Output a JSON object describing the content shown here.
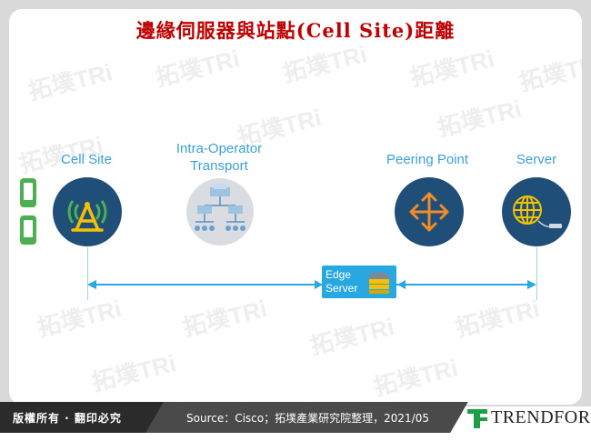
{
  "title": "邊緣伺服器與站點(Cell Site)距離",
  "watermark": "拓墣TRi",
  "nodes": {
    "cell_site": "Cell Site",
    "intra_operator_transport": "Intra-Operator\nTransport",
    "peering_point": "Peering Point",
    "server": "Server"
  },
  "edge_server": {
    "line1": "Edge",
    "line2": "Server"
  },
  "footer": {
    "copyright": "版權所有 · 翻印必究",
    "source": "Source：Cisco；拓墣產業研究院整理，2021/05",
    "brand": "TRENDFORCE"
  },
  "colors": {
    "title": "#c00000",
    "label": "#3aa0d8",
    "circle": "#1f4e79",
    "cell_icon": "#f2c200",
    "cell_waves": "#4caf50",
    "transport_circle": "#d9dde2",
    "peering_arrows": "#f28c28",
    "arrow_line": "#29a7e1"
  }
}
